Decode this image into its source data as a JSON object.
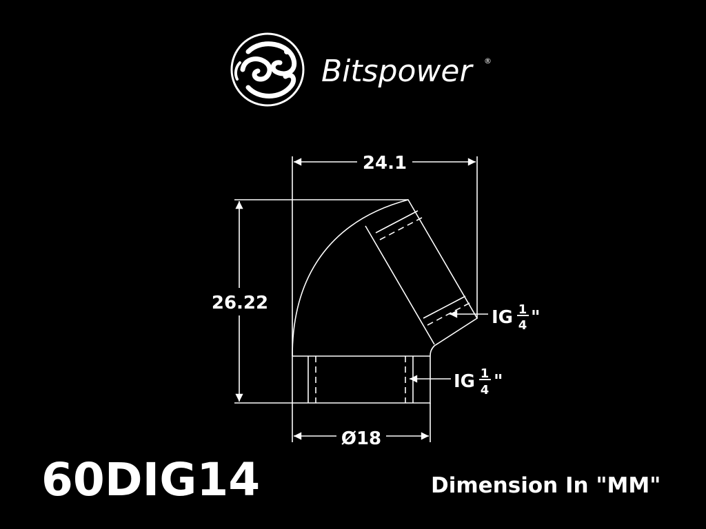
{
  "brand": {
    "name": "Bitspower",
    "registered_mark": "®"
  },
  "product_code": "60DIG14",
  "unit_note": "Dimension In \"MM\"",
  "dimensions": {
    "width": "24.1",
    "height": "26.22",
    "diameter": "Ø18"
  },
  "threads": {
    "top_port": {
      "prefix": "IG",
      "numerator": "1",
      "denominator": "4",
      "suffix": "\""
    },
    "bottom_port": {
      "prefix": "IG",
      "numerator": "1",
      "denominator": "4",
      "suffix": "\""
    }
  },
  "colors": {
    "background": "#000000",
    "foreground": "#ffffff"
  }
}
